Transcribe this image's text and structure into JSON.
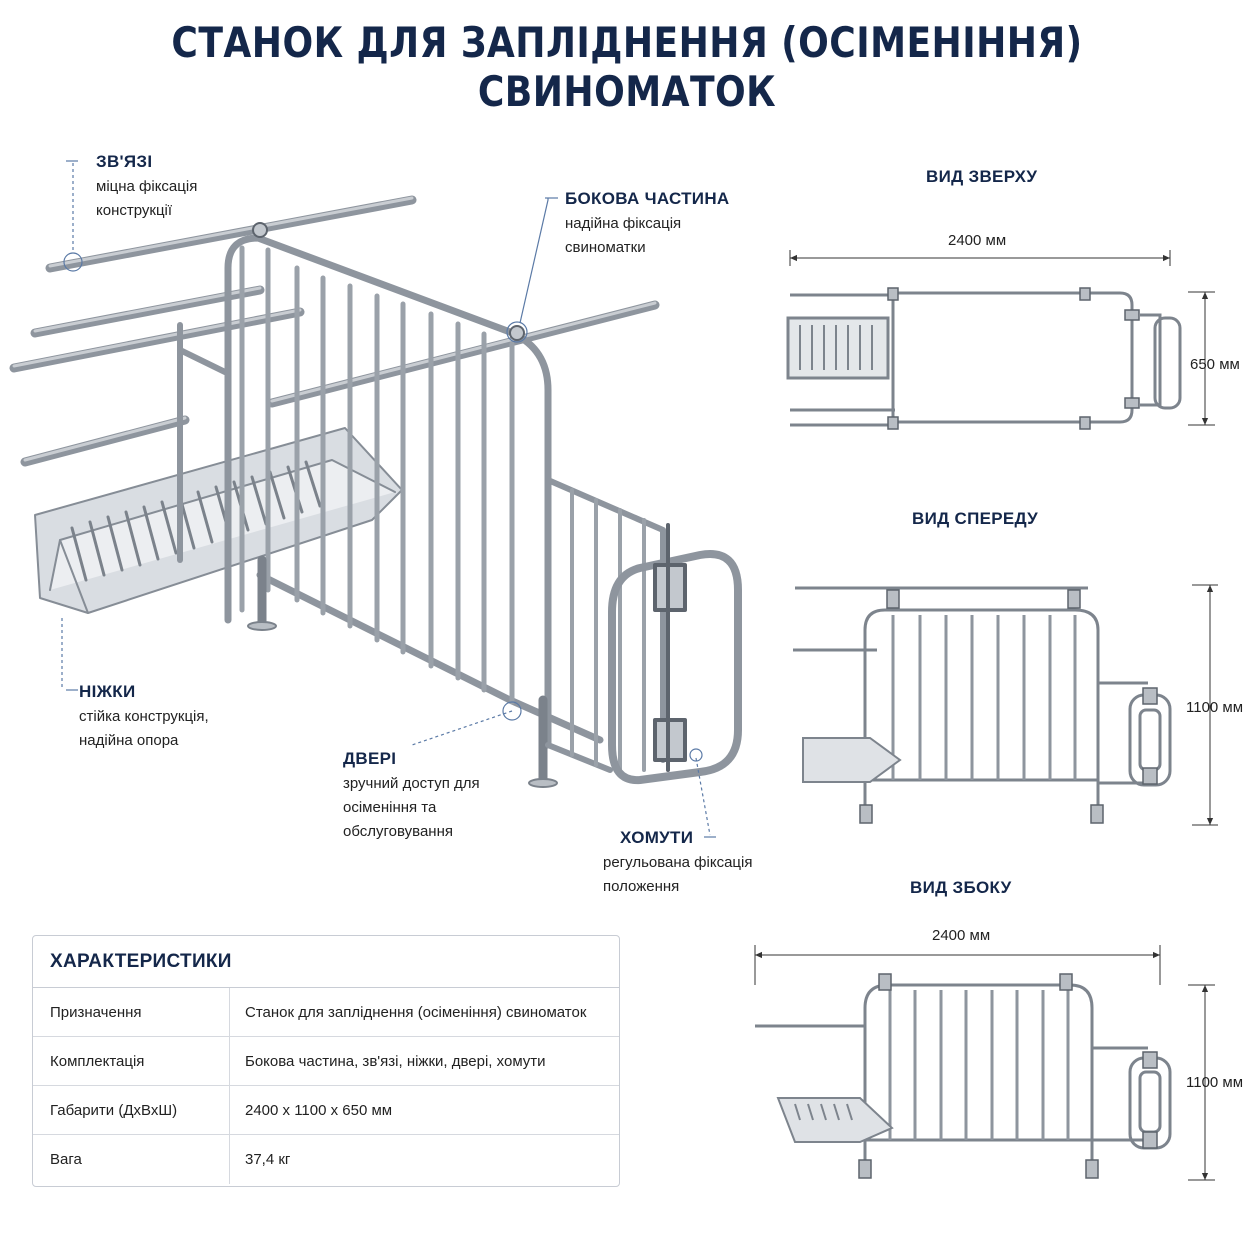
{
  "title": "СТАНОК ДЛЯ ЗАПЛІДНЕННЯ (ОСІМЕНІННЯ) СВИНОМАТОК",
  "callouts": {
    "ties": {
      "title": "ЗВ'ЯЗІ",
      "lines": [
        "міцна фіксація",
        "конструкції"
      ]
    },
    "side": {
      "title": "БОКОВА ЧАСТИНА",
      "lines": [
        "надійна фіксація",
        "свиноматки"
      ]
    },
    "legs": {
      "title": "НІЖКИ",
      "lines": [
        "стійка конструкція,",
        "надійна опора"
      ]
    },
    "door": {
      "title": "ДВЕРІ",
      "lines": [
        "зручний доступ для",
        "осіменіння та",
        "обслуговування"
      ]
    },
    "clamps": {
      "title": "ХОМУТИ",
      "lines": [
        "регульована фіксація",
        "положення"
      ]
    }
  },
  "views": {
    "top": {
      "title": "ВИД ЗВЕРХУ",
      "length": "2400 мм",
      "width": "650 мм"
    },
    "front": {
      "title": "ВИД СПЕРЕДУ",
      "height": "1100 мм"
    },
    "side": {
      "title": "ВИД ЗБОКУ",
      "length": "2400 мм",
      "height": "1100 мм"
    }
  },
  "specs": {
    "header": "ХАРАКТЕРИСТИКИ",
    "rows": [
      {
        "key": "Призначення",
        "value": "Станок для запліднення (осіменіння) свиноматок"
      },
      {
        "key": "Комплектація",
        "value": "Бокова частина, зв'язі, ніжки, двері, хомути"
      },
      {
        "key": "Габарити (ДхВхШ)",
        "value": "2400 х 1100 х 650 мм"
      },
      {
        "key": "Вага",
        "value": "37,4 кг"
      }
    ]
  },
  "colors": {
    "title": "#14274a",
    "steel": "#8e959e",
    "steelDark": "#5d646d",
    "leader": "#5b7aa6"
  }
}
